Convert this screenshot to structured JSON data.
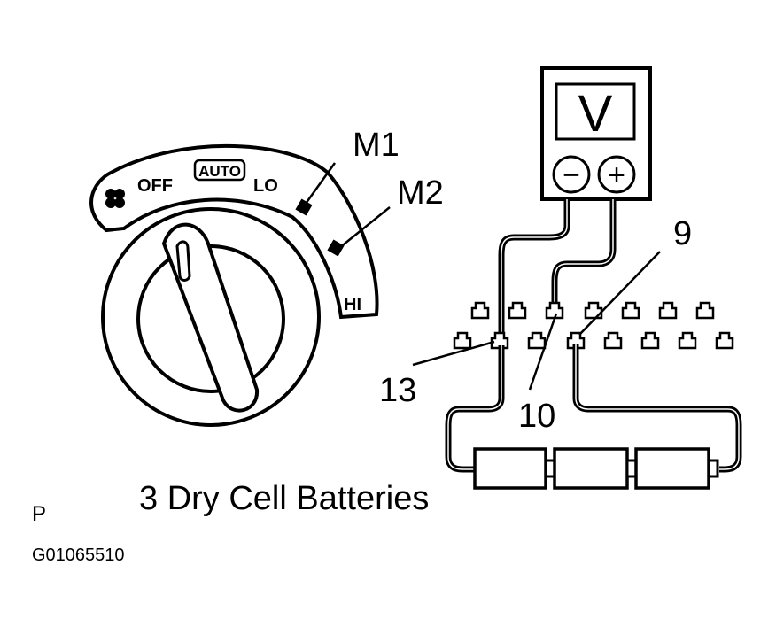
{
  "switch": {
    "off_label": "OFF",
    "auto_label": "AUTO",
    "lo_label": "LO",
    "hi_label": "HI",
    "m1_label": "M1",
    "m2_label": "M2"
  },
  "meter": {
    "display": "V",
    "neg_symbol": "−",
    "pos_symbol": "+"
  },
  "connector": {
    "pin_9": "9",
    "pin_10": "10",
    "pin_13": "13"
  },
  "caption": "3 Dry Cell Batteries",
  "view_letter": "P",
  "figure_code": "G01065510"
}
